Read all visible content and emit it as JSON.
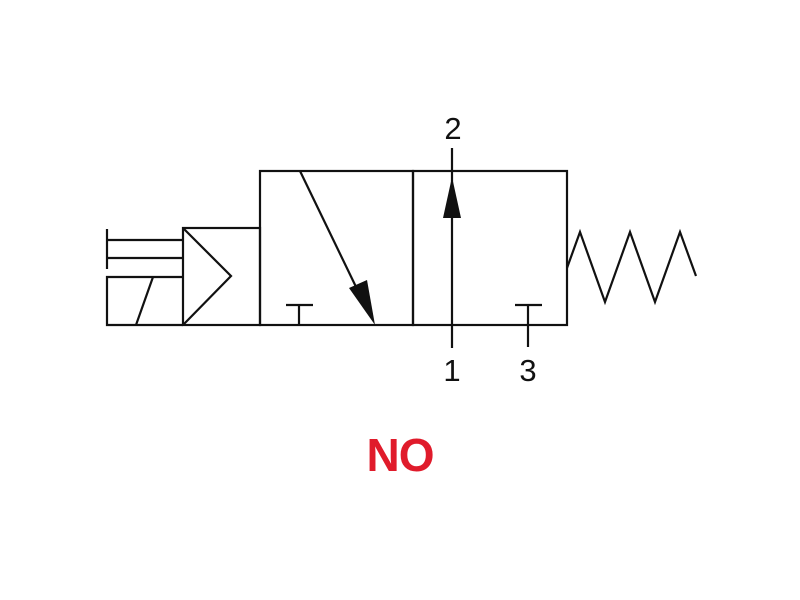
{
  "diagram": {
    "ports": {
      "port_2": "2",
      "port_1": "1",
      "port_3": "3"
    },
    "state_label": "NO",
    "state_label_color": "#e01b2b",
    "line_color": "#111111",
    "actuators": {
      "left": "solenoid-with-manual-override-icon",
      "right": "return-spring-icon"
    }
  }
}
